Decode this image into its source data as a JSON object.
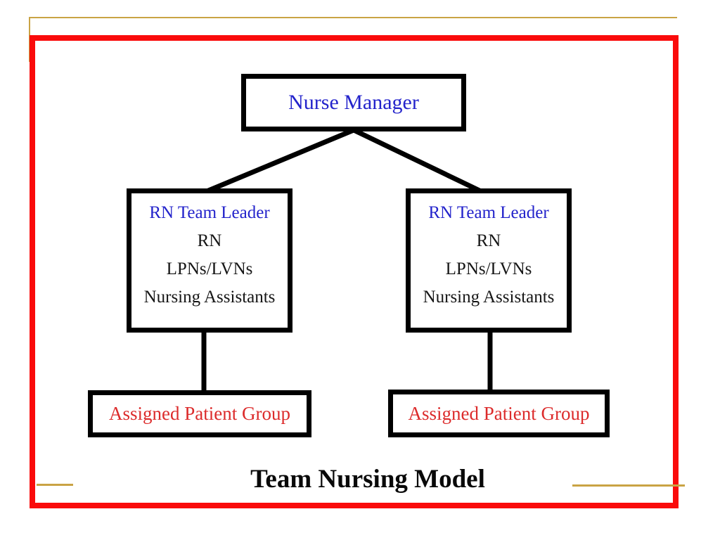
{
  "slide_title": "Team Nursing Model",
  "org_chart": {
    "root": {
      "label": "Nurse Manager"
    },
    "teams": [
      {
        "leader": "RN Team Leader",
        "members": [
          "RN",
          "LPNs/LVNs",
          "Nursing Assistants"
        ],
        "patient_group": "Assigned Patient Group"
      },
      {
        "leader": "RN Team Leader",
        "members": [
          "RN",
          "LPNs/LVNs",
          "Nursing Assistants"
        ],
        "patient_group": "Assigned Patient Group"
      }
    ]
  },
  "colors": {
    "frame_red": "#FA0B0B",
    "gold_accent": "#C9A344",
    "leader_blue": "#2323CB",
    "patient_red": "#DC2B2B",
    "box_border_black": "#000000",
    "member_black": "#161616",
    "title_black": "#090909"
  }
}
